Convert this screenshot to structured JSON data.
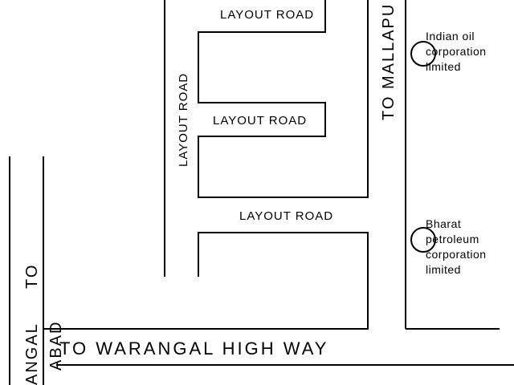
{
  "roads": {
    "layout_road_top": "LAYOUT ROAD",
    "layout_road_vertical": "LAYOUT ROAD",
    "layout_road_middle": "LAYOUT ROAD",
    "layout_road_lower": "LAYOUT ROAD",
    "highway": "TO WARANGAL HIGH WAY",
    "to_mallapur": "TO MALLAPU",
    "to_left": "TO",
    "warangal_edge": "ANGAL",
    "abad_edge": "ABAD"
  },
  "landmarks": {
    "indian_oil": [
      "Indian oil",
      "corporation",
      "limited"
    ],
    "bharat_petroleum": [
      "Bharat",
      "petroleum",
      "corporation",
      "limited"
    ]
  },
  "colors": {
    "line": "#000000",
    "background": "#ffffff"
  }
}
